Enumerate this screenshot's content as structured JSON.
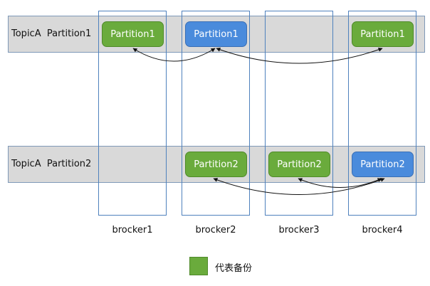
{
  "rows": [
    {
      "label": "TopicA  Partition1",
      "boxes": [
        {
          "broker": 0,
          "text": "Partition1",
          "role": "replica"
        },
        {
          "broker": 1,
          "text": "Partition1",
          "role": "leader"
        },
        {
          "broker": 3,
          "text": "Partition1",
          "role": "replica"
        }
      ]
    },
    {
      "label": "TopicA  Partition2",
      "boxes": [
        {
          "broker": 1,
          "text": "Partition2",
          "role": "replica"
        },
        {
          "broker": 2,
          "text": "Partition2",
          "role": "replica"
        },
        {
          "broker": 3,
          "text": "Partition2",
          "role": "leader"
        }
      ]
    }
  ],
  "brokers": [
    "brocker1",
    "brocker2",
    "brocker3",
    "brocker4"
  ],
  "legend": {
    "label": "代表备份",
    "color": "#6aab3c"
  },
  "colors": {
    "leader": "#4a8bdc",
    "replica": "#6aab3c",
    "band": "#d9d9d9",
    "column": "#4f81bd"
  }
}
